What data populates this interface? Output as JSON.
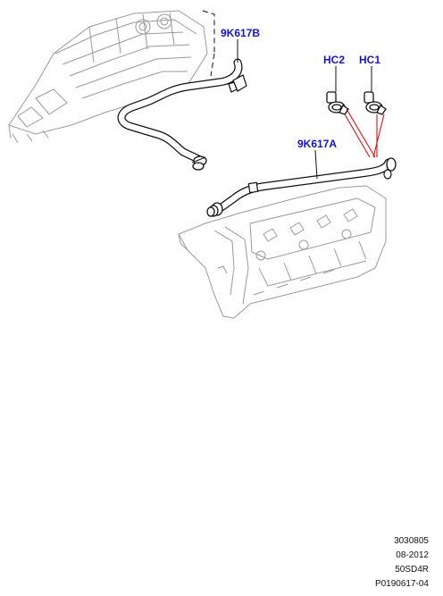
{
  "callouts": {
    "hose_b": "9K617B",
    "hose_a": "9K617A",
    "clip_hc2": "HC2",
    "clip_hc1": "HC1"
  },
  "colors": {
    "callout_text": "#1515c8",
    "leader_red": "#d21414",
    "line_art": "#111111",
    "ghost_art": "#9a9a9a"
  },
  "metadata": {
    "line1": "3030805",
    "line2": "08-2012",
    "line3": "50SD4R",
    "line4": "P0190617-04"
  }
}
